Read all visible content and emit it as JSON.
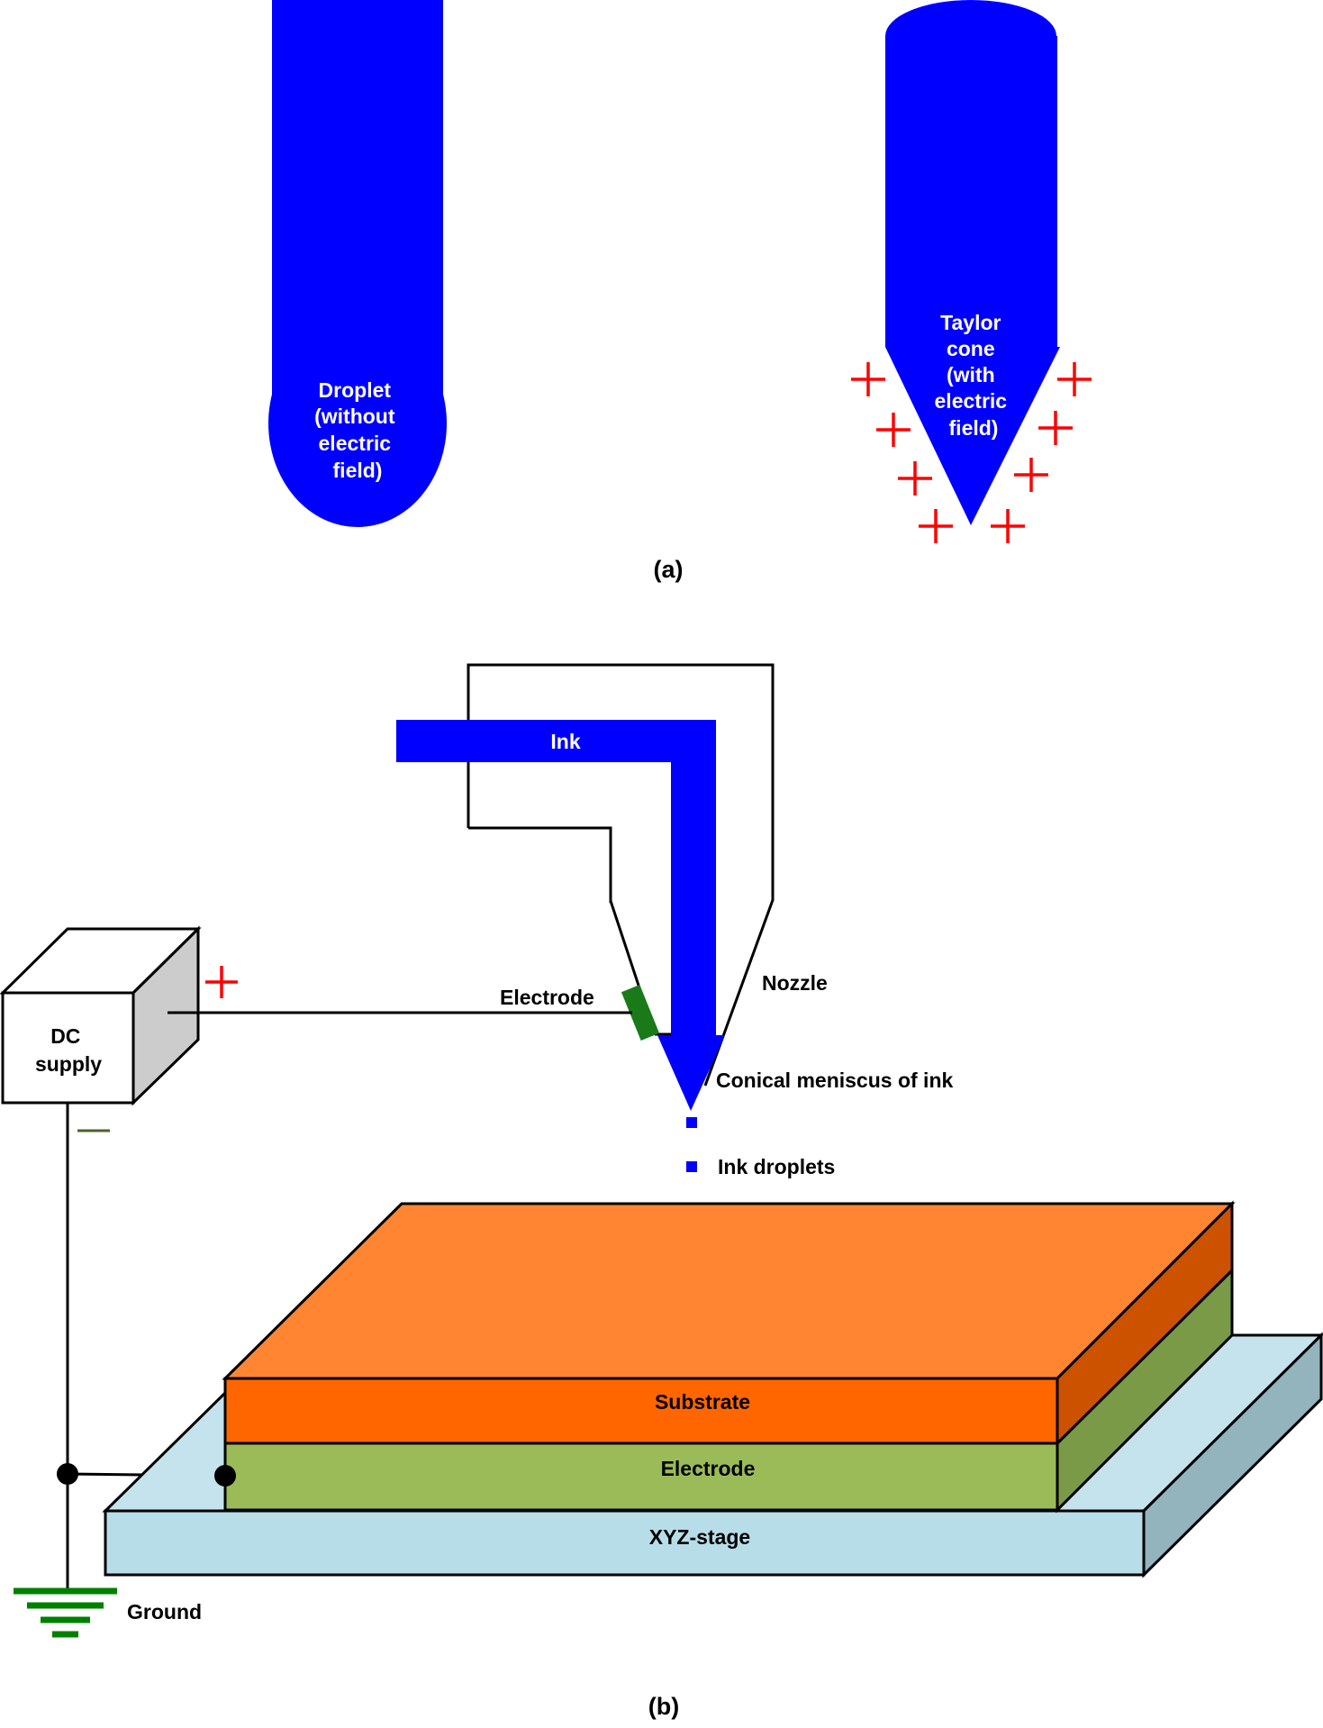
{
  "panel_a": {
    "droplet_label": [
      "Droplet",
      "(without",
      "electric",
      "field)"
    ],
    "taylor_label": [
      "Taylor",
      "cone",
      "(with",
      "electric",
      "field)"
    ],
    "caption": "(a)"
  },
  "panel_b": {
    "ink_label": "Ink",
    "nozzle_label": "Nozzle",
    "electrode_label": "Electrode",
    "meniscus_label": "Conical meniscus of ink",
    "droplets_label": "Ink droplets",
    "dc_supply_label": [
      "DC",
      "supply"
    ],
    "substrate_label": "Substrate",
    "bottom_electrode_label": "Electrode",
    "stage_label": "XYZ-stage",
    "ground_label": "Ground",
    "caption": "(b)"
  },
  "colors": {
    "ink": "#0000ff",
    "plus_charge": "#ff0000",
    "electrode_green": "#1a7a1a",
    "substrate_front": "#ff6600",
    "substrate_top": "#ff8533",
    "substrate_side": "#cc5200",
    "bottom_electrode_front": "#9bbb59",
    "bottom_electrode_side": "#7a9a47",
    "stage_front": "#b7dde8",
    "stage_top": "#c5e3ec",
    "stage_side": "#93b3bd",
    "dc_box_side": "#cccccc",
    "ground_green": "#008000"
  },
  "icons": [
    "plus-charge-icon",
    "minus-charge-icon",
    "ground-icon",
    "junction-dot-icon"
  ]
}
